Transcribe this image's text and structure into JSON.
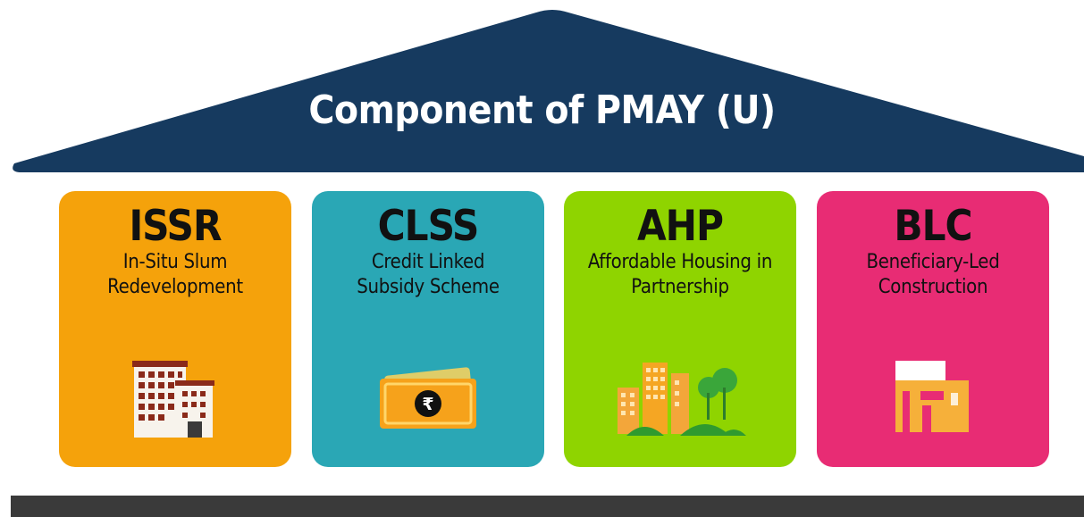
{
  "title": "Component of PMAY (U)",
  "colors": {
    "roof": "#163a5f",
    "issr": "#f5a20b",
    "clss": "#2aa7b5",
    "ahp": "#8fd400",
    "blc": "#e82c74",
    "base": "#3a3a3a"
  },
  "components": [
    {
      "abbr": "ISSR",
      "desc": [
        "In-Situ Slum",
        "Redevelopment"
      ],
      "icon": "buildings-icon"
    },
    {
      "abbr": "CLSS",
      "desc": [
        "Credit Linked",
        "Subsidy Scheme"
      ],
      "icon": "rupee-note-icon"
    },
    {
      "abbr": "AHP",
      "desc": [
        "Affordable Housing in",
        "Partnership"
      ],
      "icon": "city-trees-icon"
    },
    {
      "abbr": "BLC",
      "desc": [
        "Beneficiary-Led",
        "Construction"
      ],
      "icon": "house-construction-icon"
    }
  ]
}
